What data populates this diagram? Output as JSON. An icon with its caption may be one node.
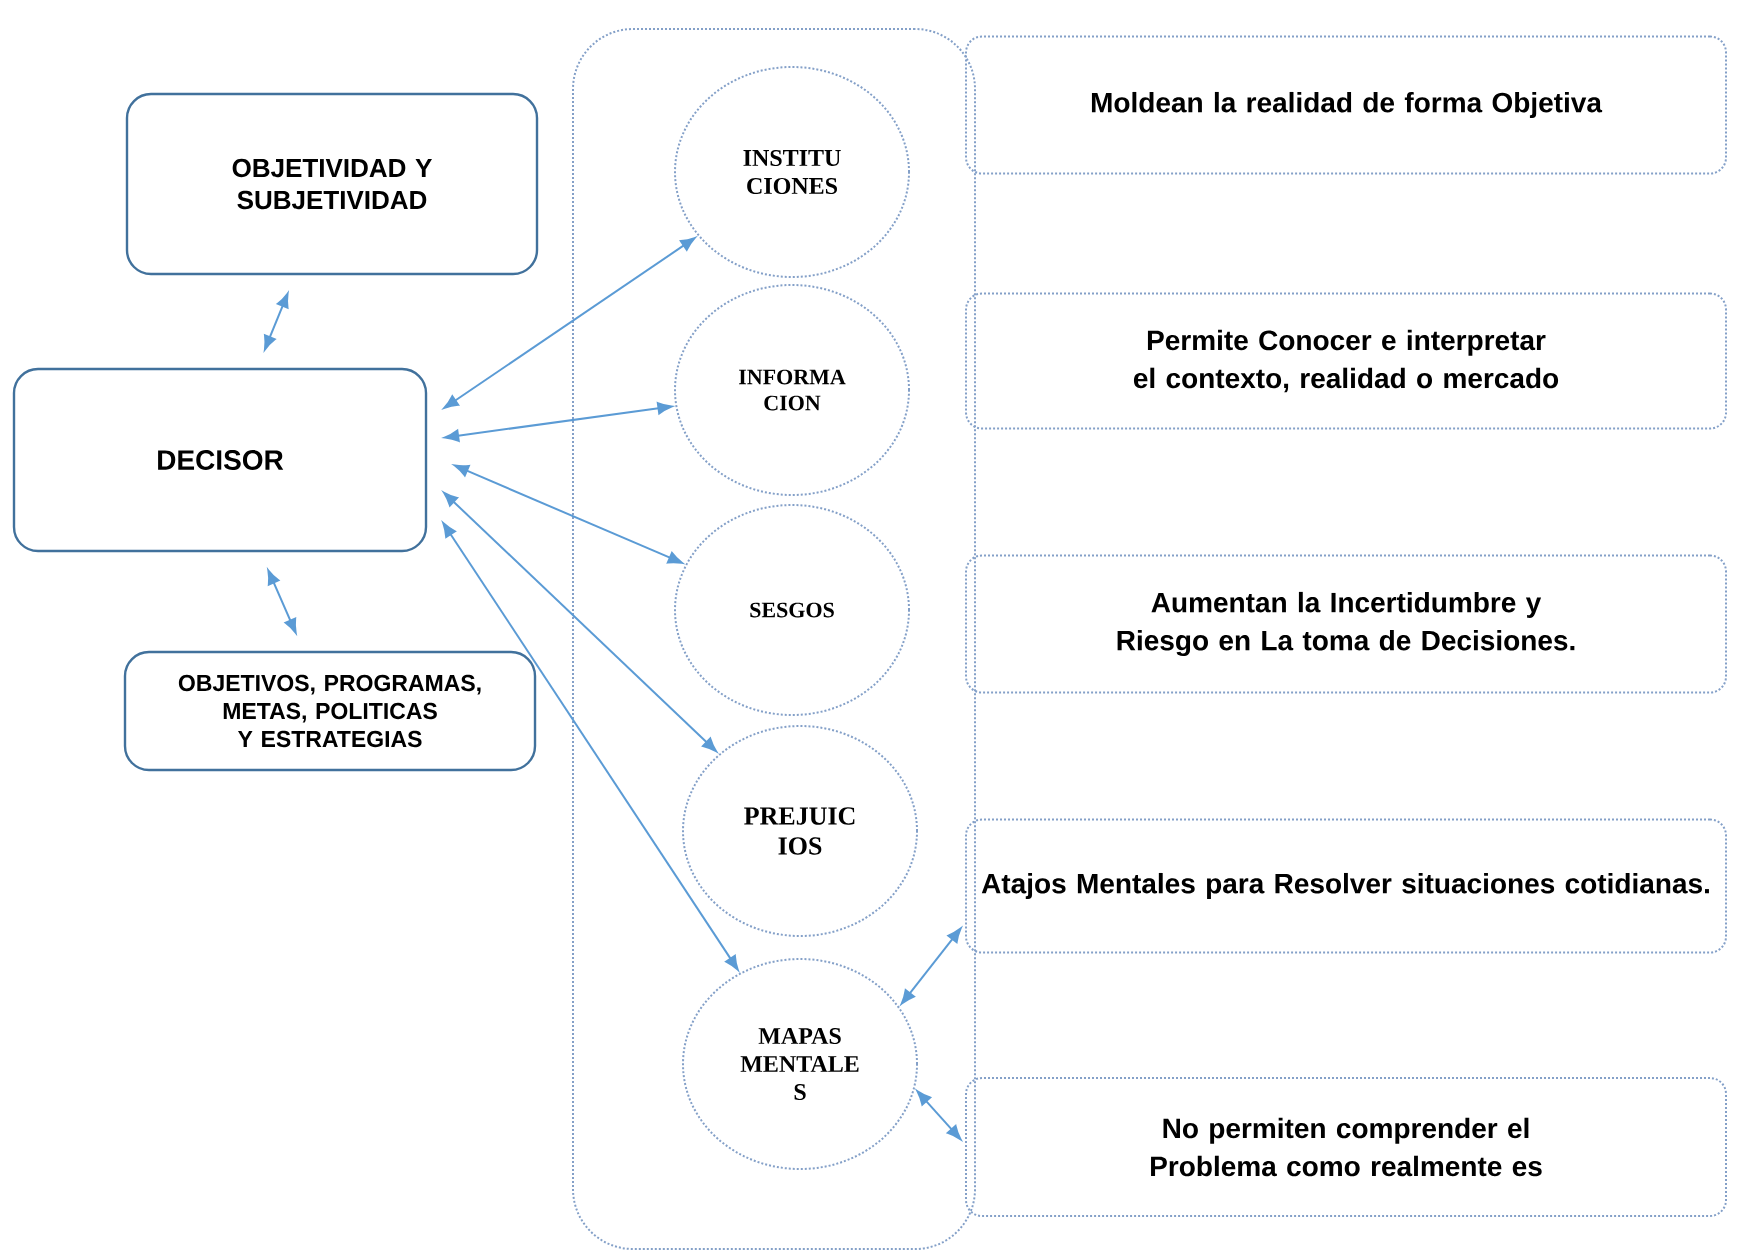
{
  "diagram": {
    "nodes": [
      {
        "text": [
          "OBJETIVIDAD Y SUBJETIVIDAD"
        ]
      },
      {
        "text": [
          "DECISOR"
        ]
      },
      {
        "text": [
          "OBJETIVOS, PROGRAMAS, METAS, POLITICAS Y ESTRATEGIAS"
        ]
      },
      {
        "text": [],
        "shape": "box"
      },
      {
        "text": [
          "INSTITU CIONES"
        ],
        "in": 3
      },
      {
        "text": [
          "INFORMA CION"
        ],
        "in": 3
      },
      {
        "text": [
          "SESGOS"
        ],
        "in": 3
      },
      {
        "text": [
          "PREJUIC IOS"
        ],
        "in": 3
      },
      {
        "text": [
          "MAPAS MENTALE S"
        ],
        "in": 3
      },
      {
        "text": [
          "Moldean la realidad de forma Objetiva"
        ]
      },
      {
        "text": [
          "Permite Conocer e interpretar el contexto, realidad o mercado"
        ]
      },
      {
        "text": [
          "Aumentan la Incertidumbre y Riesgo en La toma de Decisiones."
        ]
      },
      {
        "text": [
          "Atajos Mentales para Resolver situaciones cotidianas."
        ]
      },
      {
        "text": [
          "No permiten comprender el Problema como realmente es"
        ]
      }
    ],
    "edges": [
      {
        "from": 1,
        "to": 0,
        "arrow": "both"
      },
      {
        "from": 1,
        "to": 2,
        "arrow": "both"
      },
      {
        "from": 1,
        "to": 4,
        "arrow": "both"
      },
      {
        "from": 1,
        "to": 5,
        "arrow": "both"
      },
      {
        "from": 1,
        "to": 6,
        "arrow": "both"
      },
      {
        "from": 1,
        "to": 7,
        "arrow": "both"
      },
      {
        "from": 1,
        "to": 8,
        "arrow": "both"
      },
      {
        "from": 8,
        "to": 12,
        "arrow": "both"
      },
      {
        "from": 8,
        "to": 13,
        "arrow": "both"
      }
    ]
  }
}
